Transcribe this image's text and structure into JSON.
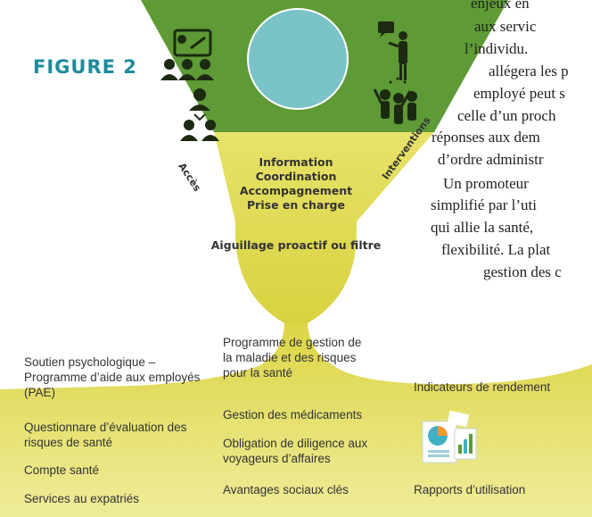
{
  "figure": {
    "label": "FIGURE 2"
  },
  "body_text": {
    "lines": [
      "enjeux en",
      "aux servic",
      "l’individu.",
      "allégera les p",
      "employé peut s",
      "celle d’un proch",
      "réponses aux dem",
      "d’ordre administr",
      "Un promoteur",
      "simplifié par l’uti",
      "qui allie la santé,",
      "flexibilité. La plat",
      "gestion des c"
    ]
  },
  "funnel": {
    "center_lines": [
      "Information",
      "Coordination",
      "Accompagnement",
      "Prise en charge"
    ],
    "left_label": "Accès",
    "right_label": "Interventions",
    "filter_label": "Aiguillage proactif ou filtre"
  },
  "columns": {
    "left": [
      "Soutien psychologique –\nProgramme d’aide aux employés\n(PAE)",
      "Questionnare d’évaluation des\nrisques de santé",
      "Compte santé",
      "Services au expatriés"
    ],
    "middle": [
      "Programme de gestion de\nla maladie et des risques\npour la santé",
      "Gestion des médicaments",
      "Obligation de diligence aux\nvoyageurs d’affaires",
      "Avantages sociaux clés"
    ],
    "right_top": "Indicateurs de rendement",
    "right_bottom": "Rapports d’utilisation"
  },
  "colors": {
    "green": "#5e9a35",
    "yellow": "#ded84c",
    "circle": "#7ac3c8",
    "figure": "#1f8a9c"
  }
}
